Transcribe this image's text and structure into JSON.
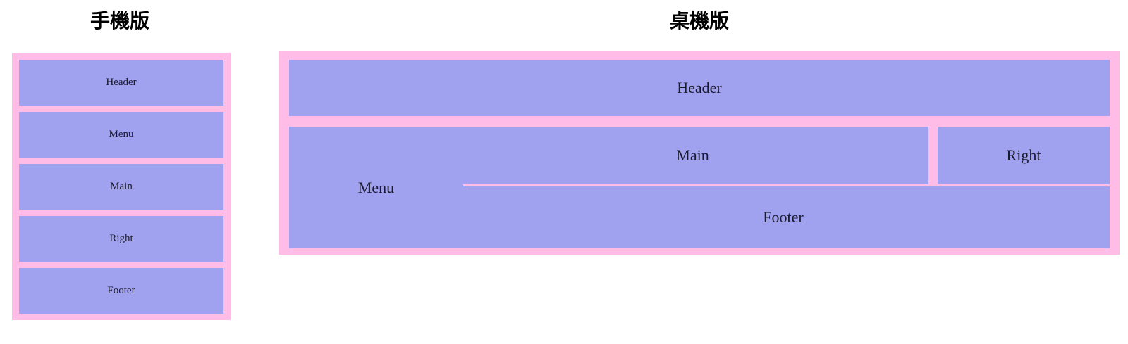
{
  "colors": {
    "frame_pink": "#ffbce7",
    "cell_purple": "#a0a1ef",
    "page_background": "#ffffff",
    "text": "#1a1a2e",
    "title_text": "#000000"
  },
  "mobile": {
    "title": "手機版",
    "cells": [
      {
        "label": "Header"
      },
      {
        "label": "Menu"
      },
      {
        "label": "Main"
      },
      {
        "label": "Right"
      },
      {
        "label": "Footer"
      }
    ]
  },
  "desktop": {
    "title": "桌機版",
    "cells": {
      "header": "Header",
      "menu": "Menu",
      "main": "Main",
      "right": "Right",
      "footer": "Footer"
    }
  }
}
